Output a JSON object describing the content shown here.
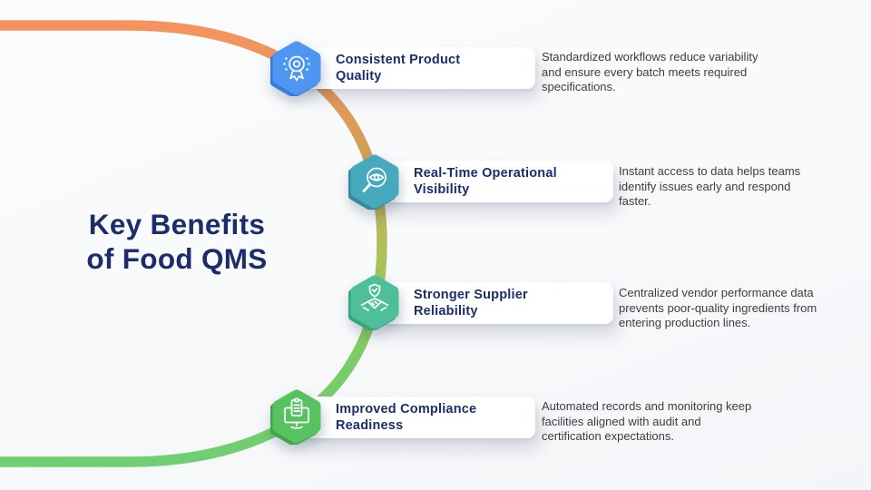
{
  "page": {
    "title_line1": "Key Benefits",
    "title_line2": "of Food QMS"
  },
  "colors": {
    "background": "#FAFBFD",
    "title_navy": "#1B2D6B",
    "description_gray": "#3D3D3D",
    "card_white": "#FFFFFF"
  },
  "curve_gradient": [
    {
      "offset": "0%",
      "color": "#F4935E"
    },
    {
      "offset": "18%",
      "color": "#E59A58"
    },
    {
      "offset": "33%",
      "color": "#C9A256"
    },
    {
      "offset": "48%",
      "color": "#B5BC5C"
    },
    {
      "offset": "62%",
      "color": "#9CC75D"
    },
    {
      "offset": "78%",
      "color": "#79CC66"
    },
    {
      "offset": "100%",
      "color": "#6FCF72"
    }
  ],
  "items": [
    {
      "icon": "award-badge-icon",
      "color": "#4E96F2",
      "color_dark": "#3A7BD4",
      "title_line1": "Consistent Product",
      "title_line2": "Quality",
      "desc_line1": "Standardized workflows reduce variability",
      "desc_line2": "and ensure every batch meets required",
      "desc_line3": "specifications."
    },
    {
      "icon": "magnifier-eye-icon",
      "color": "#47A9BC",
      "color_dark": "#35899B",
      "title_line1": "Real-Time Operational",
      "title_line2": "Visibility",
      "desc_line1": "Instant access to data helps teams",
      "desc_line2": "identify issues early and respond",
      "desc_line3": "faster."
    },
    {
      "icon": "handshake-shield-icon",
      "color": "#4FBF99",
      "color_dark": "#3BA37F",
      "title_line1": "Stronger Supplier",
      "title_line2": "Reliability",
      "desc_line1": "Centralized vendor performance data",
      "desc_line2": "prevents poor-quality ingredients from",
      "desc_line3": "entering production lines."
    },
    {
      "icon": "monitor-checklist-icon",
      "color": "#56C360",
      "color_dark": "#42A54C",
      "title_line1": "Improved Compliance",
      "title_line2": "Readiness",
      "desc_line1": "Automated records and monitoring keep",
      "desc_line2": "facilities aligned with audit and",
      "desc_line3": "certification expectations."
    }
  ]
}
